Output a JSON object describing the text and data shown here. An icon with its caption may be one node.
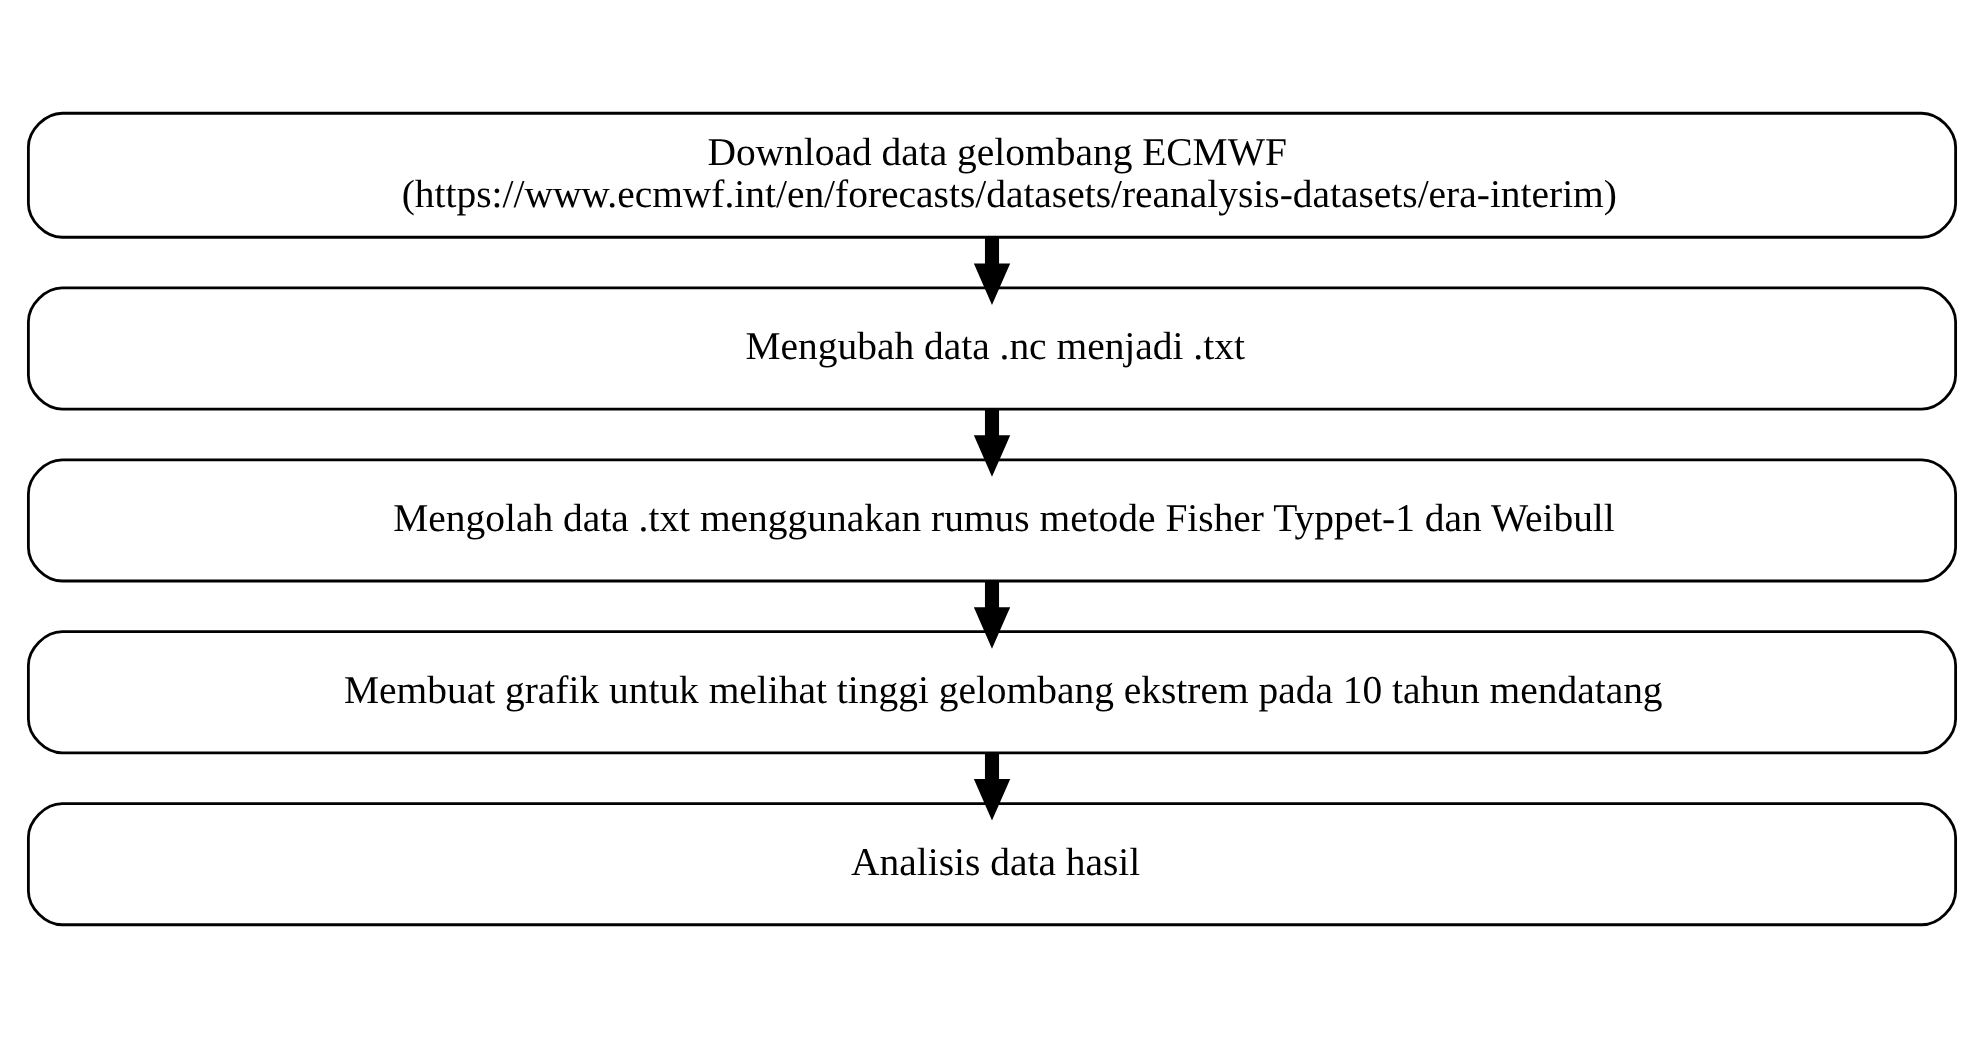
{
  "diagram": {
    "nodes": [
      {
        "text": [
          "Download data gelombang ECMWF (https://www.ecmwf.int/en/forecasts/datasets/reanalysis-datasets/era-interim)"
        ]
      },
      {
        "text": [
          "Mengubah data .nc menjadi .txt"
        ]
      },
      {
        "text": [
          "Mengolah data .txt menggunakan rumus metode Fisher Typpet-1 dan Weibull"
        ]
      },
      {
        "text": [
          "Membuat grafik untuk melihat tinggi gelombang ekstrem pada 10 tahun mendatang"
        ]
      },
      {
        "text": [
          "Analisis data hasil"
        ]
      }
    ],
    "edges": [
      {
        "from": 0,
        "to": 1,
        "arrow": "to"
      },
      {
        "from": 1,
        "to": 2,
        "arrow": "to"
      },
      {
        "from": 2,
        "to": 3,
        "arrow": "to"
      },
      {
        "from": 3,
        "to": 4,
        "arrow": "to"
      }
    ]
  }
}
